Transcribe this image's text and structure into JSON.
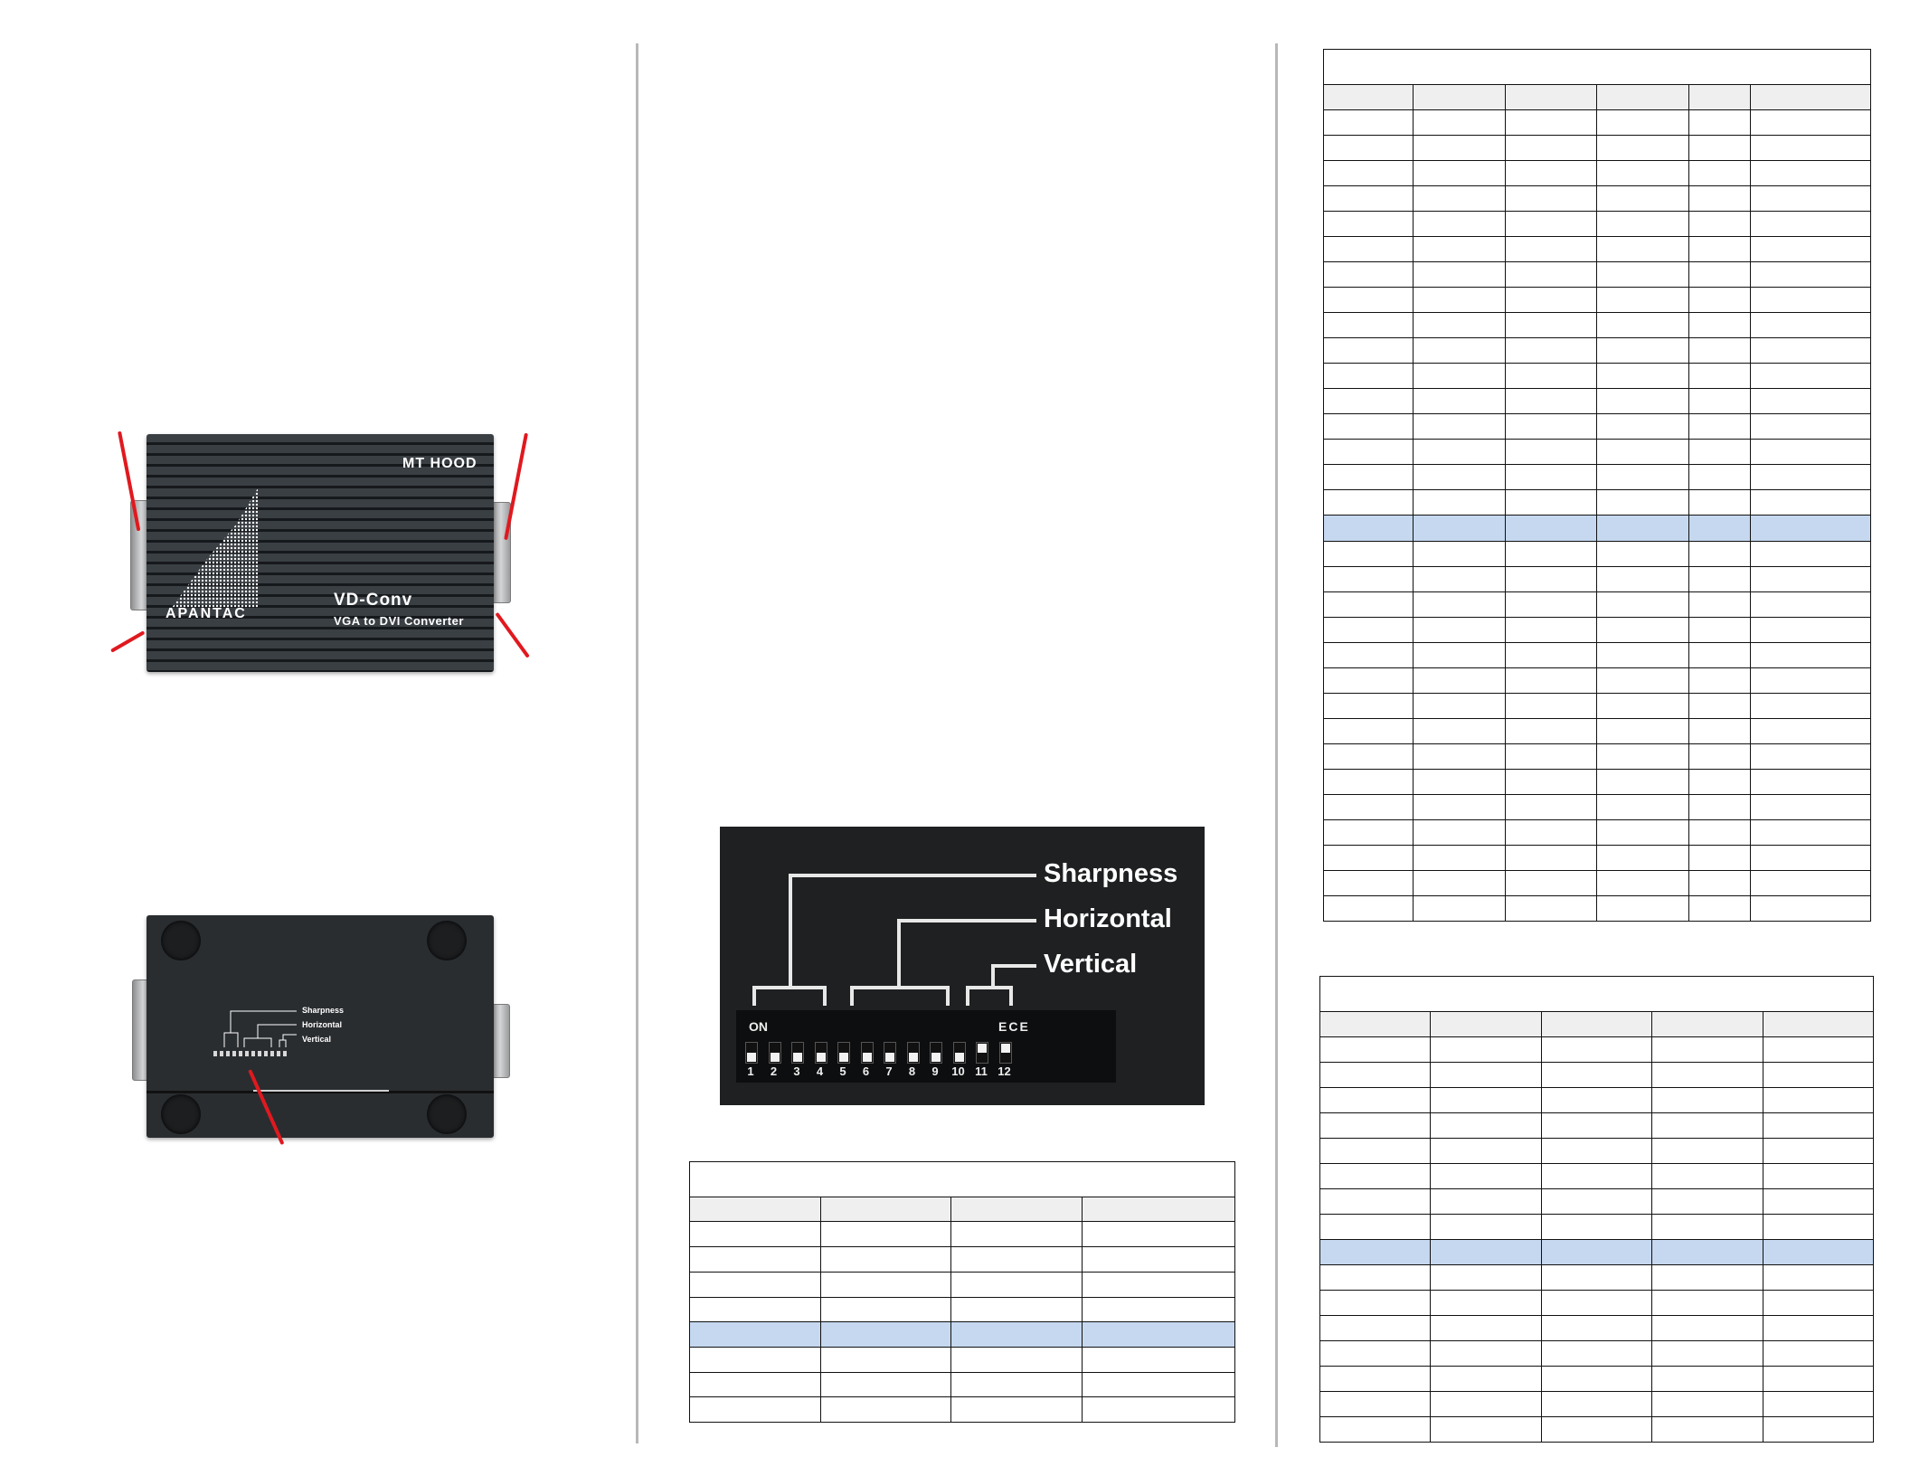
{
  "device_top": {
    "model_label": "MT HOOD",
    "brand_logo": "APANTAC",
    "product_name": "VD-Conv",
    "product_subtitle": "VGA to DVI Converter"
  },
  "device_bottom": {
    "label_sharpness": "Sharpness",
    "label_horizontal": "Horizontal",
    "label_vertical": "Vertical"
  },
  "dip_switch": {
    "label_sharpness": "Sharpness",
    "label_horizontal": "Horizontal",
    "label_vertical": "Vertical",
    "on_label": "ON",
    "ece_label": "ECE",
    "numbers": [
      "1",
      "2",
      "3",
      "4",
      "5",
      "6",
      "7",
      "8",
      "9",
      "10",
      "11",
      "12"
    ]
  },
  "tables": {
    "table_a": {
      "columns": 4,
      "body_rows": 8,
      "highlight_row": 4
    },
    "table_b": {
      "columns": 6,
      "body_rows": 32,
      "highlight_row": 16
    },
    "table_c": {
      "columns": 5,
      "body_rows": 16,
      "highlight_row": 8
    }
  },
  "colors": {
    "highlight": "#c5d8ef",
    "annotation_red": "#e0191f",
    "device_body": "#2b2f33"
  }
}
